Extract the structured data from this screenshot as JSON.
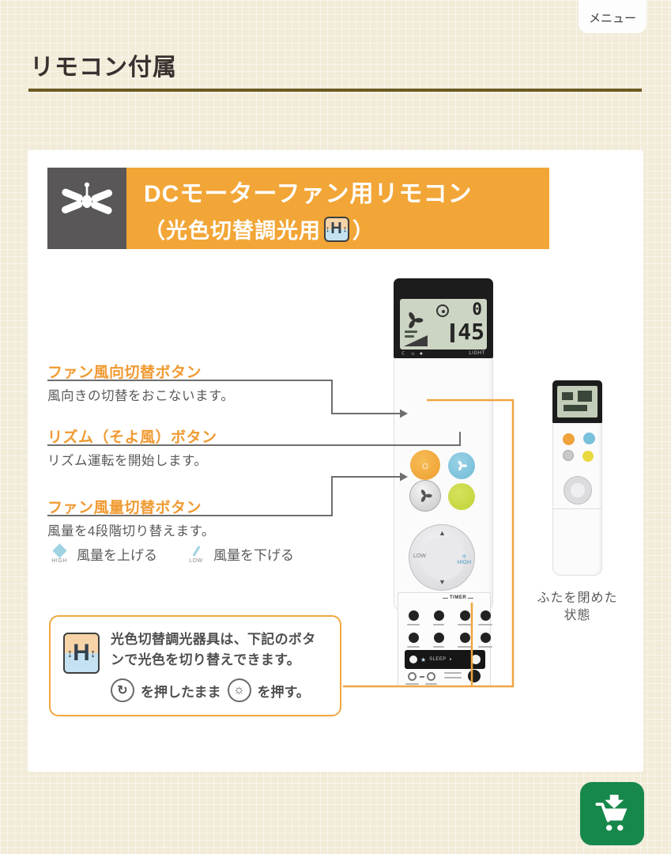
{
  "page": {
    "menu_label": "メニュー",
    "title": "リモコン付属"
  },
  "header": {
    "line1": "DCモーターファン用リモコン",
    "line2_open": "（光色切替調光用",
    "line2_close": "）",
    "badge_letter": "H"
  },
  "callouts": [
    {
      "title": "ファン風向切替ボタン",
      "desc": "風向きの切替をおこないます。"
    },
    {
      "title": "リズム（そよ風）ボタン",
      "desc": "リズム運転を開始します。"
    },
    {
      "title": "ファン風量切替ボタン",
      "desc": "風量を4段階切り替えます。"
    }
  ],
  "volume": {
    "up_icon_label": "HIGH",
    "up_text": "風量を上げる",
    "down_icon_label": "LOW",
    "down_text": "風量を下げる"
  },
  "note": {
    "badge_letter": "H",
    "line1": "光色切替調光器具は、下記のボタ",
    "line2": "ンで光色を切り替えできます。",
    "hold": "を押したまま",
    "press": "を押す。"
  },
  "remote": {
    "lcd_top_digit": "0",
    "lcd_bottom_digit": "45",
    "light_label": "LIGHT",
    "timer_label": "TIMER",
    "sleep_label": "SLEEP",
    "pad_low": "LOW",
    "pad_high": "HIGH"
  },
  "small_remote": {
    "caption_line1": "ふたを閉めた",
    "caption_line2": "状態"
  },
  "icons": {
    "updown": "↕",
    "sun": "☼",
    "moon": "☾",
    "star": "★",
    "circle_arrow": "↻",
    "dot": "●",
    "up": "▲",
    "down": "▼",
    "snow": "❄"
  },
  "colors": {
    "band_orange": "#F2A637",
    "header_gray": "#595757",
    "label_orange": "#F09A32",
    "callout_gray": "#6E6E6E",
    "callout_orange": "#F0A540",
    "cart_green": "#17884B",
    "menu_green": "#2E8B57",
    "title_underline": "#6B5A20",
    "page_bg": "#F1EBD8"
  }
}
